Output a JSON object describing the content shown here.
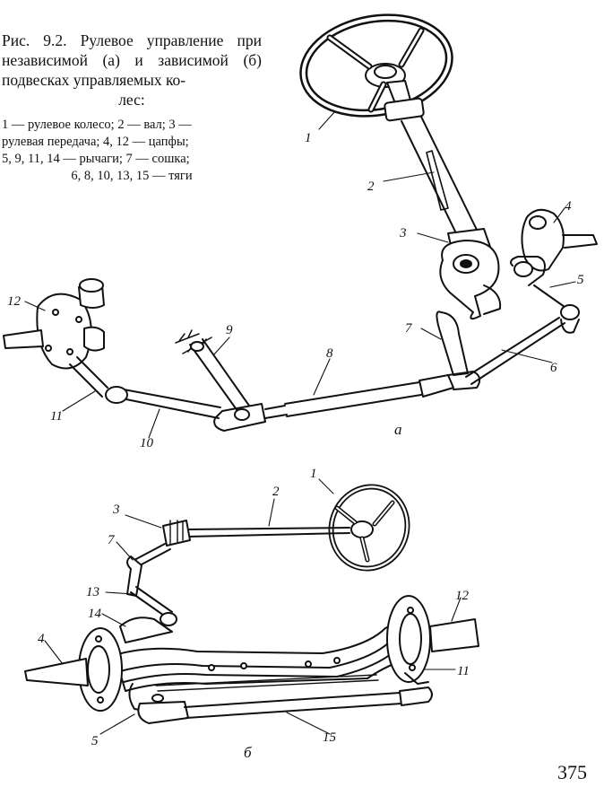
{
  "caption": {
    "title_lines": [
      "Рис. 9.2. Рулевое управление при",
      "независимой (а) и зависимой",
      "(б) подвесках управляемых ко-",
      "лес:"
    ],
    "legend_lines": [
      "1 — рулевое колесо; 2 — вал; 3 —",
      "рулевая передача; 4, 12 — цапфы;",
      "5, 9, 11, 14 — рычаги; 7 — сошка;",
      "6, 8, 10, 13, 15 — тяги"
    ]
  },
  "diagram_a": {
    "label": "а",
    "callouts": [
      "1",
      "2",
      "3",
      "4",
      "5",
      "6",
      "7",
      "8",
      "9",
      "10",
      "11",
      "12"
    ]
  },
  "diagram_b": {
    "label": "б",
    "callouts": [
      "1",
      "2",
      "3",
      "7",
      "13",
      "14",
      "4",
      "12",
      "11",
      "5",
      "15"
    ]
  },
  "page_number": "375"
}
